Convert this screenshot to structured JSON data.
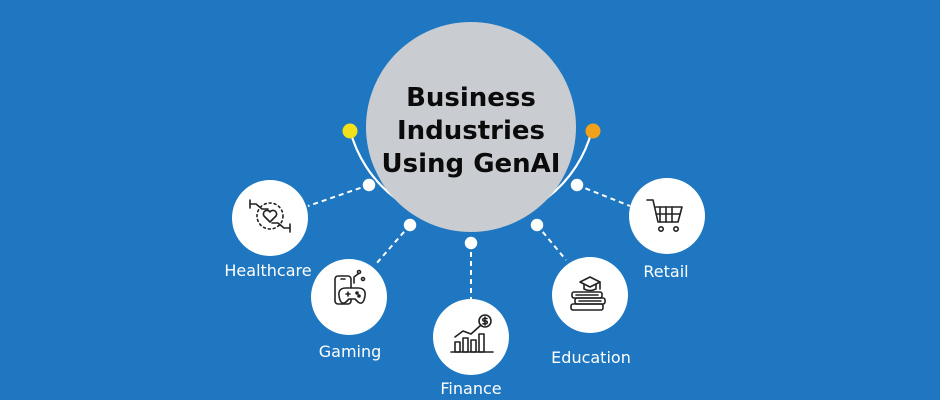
{
  "diagram": {
    "title_lines": [
      "Business",
      "Industries",
      "Using GenAI"
    ],
    "nodes": [
      {
        "label": "Healthcare",
        "icon": "healthcare-icon"
      },
      {
        "label": "Gaming",
        "icon": "gaming-icon"
      },
      {
        "label": "Finance",
        "icon": "finance-icon"
      },
      {
        "label": "Education",
        "icon": "education-icon"
      },
      {
        "label": "Retail",
        "icon": "retail-icon"
      }
    ],
    "colors": {
      "background": "#1e77c0",
      "hub": "#c9ccd1",
      "accent_left": "#f2e11a",
      "accent_right": "#f2a21a",
      "line": "#ffffff"
    }
  }
}
